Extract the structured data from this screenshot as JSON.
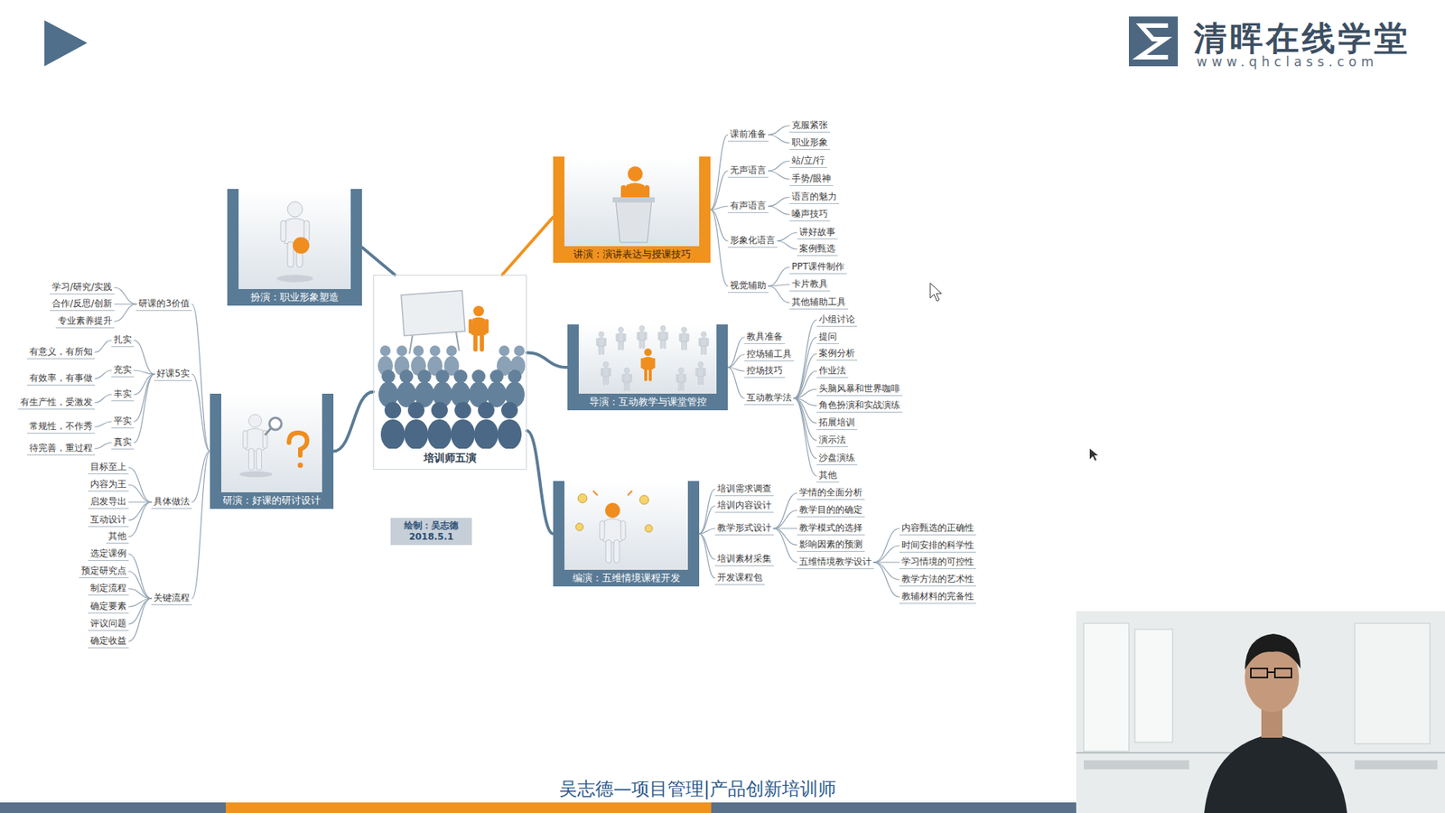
{
  "diagram": {
    "caption": "吴志德—项目管理|产品创新培训师",
    "nodes": [
      {
        "text": [
          "培训师五演"
        ]
      },
      {
        "text": [
          "扮演：职业形象塑造"
        ]
      },
      {
        "text": [
          "研演：好课的研讨设计"
        ]
      },
      {
        "text": [
          "讲演：演讲表达与授课技巧"
        ]
      },
      {
        "text": [
          "导演：互动教学与课堂管控"
        ]
      },
      {
        "text": [
          "编演：五维情境课程开发"
        ]
      },
      {
        "text": [
          "课前准备"
        ]
      },
      {
        "text": [
          "克服紧张"
        ]
      },
      {
        "text": [
          "职业形象"
        ]
      },
      {
        "text": [
          "无声语言"
        ]
      },
      {
        "text": [
          "站/立/行"
        ]
      },
      {
        "text": [
          "手势/眼神"
        ]
      },
      {
        "text": [
          "有声语言"
        ]
      },
      {
        "text": [
          "语言的魅力"
        ]
      },
      {
        "text": [
          "嗓声技巧"
        ]
      },
      {
        "text": [
          "形象化语言"
        ]
      },
      {
        "text": [
          "讲好故事"
        ]
      },
      {
        "text": [
          "案例甄选"
        ]
      },
      {
        "text": [
          "视觉辅助"
        ]
      },
      {
        "text": [
          "PPT课件制作"
        ]
      },
      {
        "text": [
          "卡片教具"
        ]
      },
      {
        "text": [
          "其他辅助工具"
        ]
      },
      {
        "text": [
          "教具准备"
        ]
      },
      {
        "text": [
          "控场辅工具"
        ]
      },
      {
        "text": [
          "控场技巧"
        ]
      },
      {
        "text": [
          "互动教学法"
        ]
      },
      {
        "text": [
          "小组讨论"
        ]
      },
      {
        "text": [
          "提问"
        ]
      },
      {
        "text": [
          "案例分析"
        ]
      },
      {
        "text": [
          "作业法"
        ]
      },
      {
        "text": [
          "头脑风暴和世界咖啡"
        ]
      },
      {
        "text": [
          "角色扮演和实战演练"
        ]
      },
      {
        "text": [
          "拓展培训"
        ]
      },
      {
        "text": [
          "演示法"
        ]
      },
      {
        "text": [
          "沙盘演练"
        ]
      },
      {
        "text": [
          "其他"
        ]
      },
      {
        "text": [
          "培训需求调查"
        ]
      },
      {
        "text": [
          "培训内容设计"
        ]
      },
      {
        "text": [
          "教学形式设计"
        ]
      },
      {
        "text": [
          "学情的全面分析"
        ]
      },
      {
        "text": [
          "教学目的的确定"
        ]
      },
      {
        "text": [
          "教学模式的选择"
        ]
      },
      {
        "text": [
          "影响因素的预测"
        ]
      },
      {
        "text": [
          "五维情境教学设计"
        ]
      },
      {
        "text": [
          "内容甄选的正确性"
        ]
      },
      {
        "text": [
          "时间安排的科学性"
        ]
      },
      {
        "text": [
          "学习情境的可控性"
        ]
      },
      {
        "text": [
          "教学方法的艺术性"
        ]
      },
      {
        "text": [
          "教辅材料的完备性"
        ]
      },
      {
        "text": [
          "培训素材采集"
        ]
      },
      {
        "text": [
          "开发课程包"
        ]
      },
      {
        "text": [
          "研课的3价值"
        ]
      },
      {
        "text": [
          "学习/研究/实践"
        ]
      },
      {
        "text": [
          "合作/反思/创新"
        ]
      },
      {
        "text": [
          "专业素养提升"
        ]
      },
      {
        "text": [
          "好课5实"
        ]
      },
      {
        "text": [
          "扎实"
        ]
      },
      {
        "text": [
          "有意义，有所知"
        ]
      },
      {
        "text": [
          "充实"
        ]
      },
      {
        "text": [
          "有效率，有事做"
        ]
      },
      {
        "text": [
          "丰实"
        ]
      },
      {
        "text": [
          "有生产性，受激发"
        ]
      },
      {
        "text": [
          "平实"
        ]
      },
      {
        "text": [
          "常规性，不作秀"
        ]
      },
      {
        "text": [
          "真实"
        ]
      },
      {
        "text": [
          "待完善，重过程"
        ]
      },
      {
        "text": [
          "具体做法"
        ]
      },
      {
        "text": [
          "目标至上"
        ]
      },
      {
        "text": [
          "内容为王"
        ]
      },
      {
        "text": [
          "启发导出"
        ]
      },
      {
        "text": [
          "互动设计"
        ]
      },
      {
        "text": [
          "其他"
        ]
      },
      {
        "text": [
          "关键流程"
        ]
      },
      {
        "text": [
          "选定课例"
        ]
      },
      {
        "text": [
          "预定研究点"
        ]
      },
      {
        "text": [
          "制定流程"
        ]
      },
      {
        "text": [
          "确定要素"
        ]
      },
      {
        "text": [
          "评议问题"
        ]
      },
      {
        "text": [
          "确定收益"
        ]
      },
      {
        "text": [
          "绘制：吴志德 2018.5.1"
        ]
      }
    ],
    "edges": [
      {
        "from": 0,
        "to": 1,
        "arrow": "none"
      },
      {
        "from": 0,
        "to": 2,
        "arrow": "none"
      },
      {
        "from": 0,
        "to": 3,
        "arrow": "none"
      },
      {
        "from": 0,
        "to": 4,
        "arrow": "none"
      },
      {
        "from": 0,
        "to": 5,
        "arrow": "none"
      },
      {
        "from": 3,
        "to": 6,
        "arrow": "none"
      },
      {
        "from": 6,
        "to": 7,
        "arrow": "none"
      },
      {
        "from": 6,
        "to": 8,
        "arrow": "none"
      },
      {
        "from": 3,
        "to": 9,
        "arrow": "none"
      },
      {
        "from": 9,
        "to": 10,
        "arrow": "none"
      },
      {
        "from": 9,
        "to": 11,
        "arrow": "none"
      },
      {
        "from": 3,
        "to": 12,
        "arrow": "none"
      },
      {
        "from": 12,
        "to": 13,
        "arrow": "none"
      },
      {
        "from": 12,
        "to": 14,
        "arrow": "none"
      },
      {
        "from": 3,
        "to": 15,
        "arrow": "none"
      },
      {
        "from": 15,
        "to": 16,
        "arrow": "none"
      },
      {
        "from": 15,
        "to": 17,
        "arrow": "none"
      },
      {
        "from": 3,
        "to": 18,
        "arrow": "none"
      },
      {
        "from": 18,
        "to": 19,
        "arrow": "none"
      },
      {
        "from": 18,
        "to": 20,
        "arrow": "none"
      },
      {
        "from": 18,
        "to": 21,
        "arrow": "none"
      },
      {
        "from": 4,
        "to": 22,
        "arrow": "none"
      },
      {
        "from": 4,
        "to": 23,
        "arrow": "none"
      },
      {
        "from": 4,
        "to": 24,
        "arrow": "none"
      },
      {
        "from": 4,
        "to": 25,
        "arrow": "none"
      },
      {
        "from": 25,
        "to": 26,
        "arrow": "none"
      },
      {
        "from": 25,
        "to": 27,
        "arrow": "none"
      },
      {
        "from": 25,
        "to": 28,
        "arrow": "none"
      },
      {
        "from": 25,
        "to": 29,
        "arrow": "none"
      },
      {
        "from": 25,
        "to": 30,
        "arrow": "none"
      },
      {
        "from": 25,
        "to": 31,
        "arrow": "none"
      },
      {
        "from": 25,
        "to": 32,
        "arrow": "none"
      },
      {
        "from": 25,
        "to": 33,
        "arrow": "none"
      },
      {
        "from": 25,
        "to": 34,
        "arrow": "none"
      },
      {
        "from": 25,
        "to": 35,
        "arrow": "none"
      },
      {
        "from": 5,
        "to": 36,
        "arrow": "none"
      },
      {
        "from": 5,
        "to": 37,
        "arrow": "none"
      },
      {
        "from": 5,
        "to": 38,
        "arrow": "none"
      },
      {
        "from": 38,
        "to": 39,
        "arrow": "none"
      },
      {
        "from": 38,
        "to": 40,
        "arrow": "none"
      },
      {
        "from": 38,
        "to": 41,
        "arrow": "none"
      },
      {
        "from": 38,
        "to": 42,
        "arrow": "none"
      },
      {
        "from": 38,
        "to": 43,
        "arrow": "none"
      },
      {
        "from": 43,
        "to": 44,
        "arrow": "none"
      },
      {
        "from": 43,
        "to": 45,
        "arrow": "none"
      },
      {
        "from": 43,
        "to": 46,
        "arrow": "none"
      },
      {
        "from": 43,
        "to": 47,
        "arrow": "none"
      },
      {
        "from": 43,
        "to": 48,
        "arrow": "none"
      },
      {
        "from": 5,
        "to": 49,
        "arrow": "none"
      },
      {
        "from": 5,
        "to": 50,
        "arrow": "none"
      },
      {
        "from": 2,
        "to": 51,
        "arrow": "none"
      },
      {
        "from": 51,
        "to": 52,
        "arrow": "none"
      },
      {
        "from": 51,
        "to": 53,
        "arrow": "none"
      },
      {
        "from": 51,
        "to": 54,
        "arrow": "none"
      },
      {
        "from": 2,
        "to": 55,
        "arrow": "none"
      },
      {
        "from": 55,
        "to": 56,
        "arrow": "none"
      },
      {
        "from": 56,
        "to": 57,
        "arrow": "none"
      },
      {
        "from": 55,
        "to": 58,
        "arrow": "none"
      },
      {
        "from": 58,
        "to": 59,
        "arrow": "none"
      },
      {
        "from": 55,
        "to": 60,
        "arrow": "none"
      },
      {
        "from": 60,
        "to": 61,
        "arrow": "none"
      },
      {
        "from": 55,
        "to": 62,
        "arrow": "none"
      },
      {
        "from": 62,
        "to": 63,
        "arrow": "none"
      },
      {
        "from": 55,
        "to": 64,
        "arrow": "none"
      },
      {
        "from": 64,
        "to": 65,
        "arrow": "none"
      },
      {
        "from": 2,
        "to": 66,
        "arrow": "none"
      },
      {
        "from": 66,
        "to": 67,
        "arrow": "none"
      },
      {
        "from": 66,
        "to": 68,
        "arrow": "none"
      },
      {
        "from": 66,
        "to": 69,
        "arrow": "none"
      },
      {
        "from": 66,
        "to": 70,
        "arrow": "none"
      },
      {
        "from": 66,
        "to": 71,
        "arrow": "none"
      },
      {
        "from": 2,
        "to": 72,
        "arrow": "none"
      },
      {
        "from": 72,
        "to": 73,
        "arrow": "none"
      },
      {
        "from": 72,
        "to": 74,
        "arrow": "none"
      },
      {
        "from": 72,
        "to": 75,
        "arrow": "none"
      },
      {
        "from": 72,
        "to": 76,
        "arrow": "none"
      },
      {
        "from": 72,
        "to": 77,
        "arrow": "none"
      },
      {
        "from": 72,
        "to": 78,
        "arrow": "none"
      }
    ],
    "labels": [
      "清晖在线学堂",
      "www.qhclass.com"
    ]
  }
}
